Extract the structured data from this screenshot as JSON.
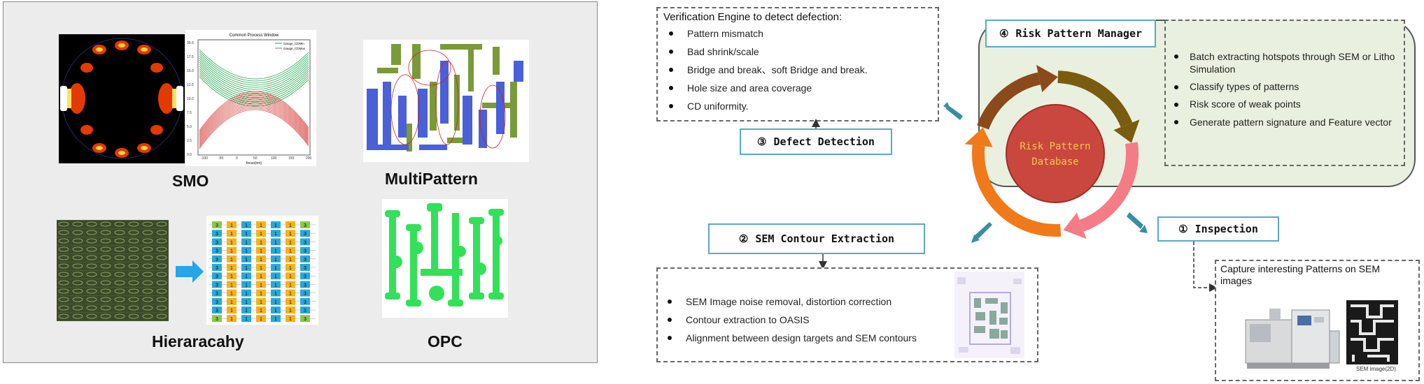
{
  "left_panel": {
    "captions": {
      "smo": "SMO",
      "multipattern": "MultiPattern",
      "hierarchy": "Hieraracahy",
      "opc": "OPC"
    },
    "plot_title": "Common Process Window",
    "plot_legend": [
      "Gauge_CDMin",
      "Gauge_CDMax"
    ],
    "plot_y_ticks": [
      "35.5",
      "17.5",
      "15.0",
      "12.5",
      "10.0",
      "7.5",
      "5.0",
      "2.5",
      "0.0"
    ],
    "plot_x_ticks": [
      "-100",
      "-50",
      "0",
      "50",
      "100",
      "150",
      "200"
    ],
    "plot_xlabel": "focus(nm)",
    "hier_cells": [
      "3",
      "1",
      "1",
      "1",
      "1",
      "1",
      "3"
    ],
    "colors": {
      "green_curve": "#1aa34a",
      "red_curve": "#d9534f",
      "opc_green": "#33e05a",
      "arrow_blue": "#25a6e6"
    }
  },
  "diagram": {
    "verification": {
      "title": "Verification Engine to detect defection:",
      "items": [
        "Pattern mismatch",
        "Bad shrink/scale",
        "Bridge and break、soft Bridge and break.",
        "Hole size and area coverage",
        "CD uniformity."
      ]
    },
    "step3": {
      "num": "③",
      "label": "Defect Detection"
    },
    "step4": {
      "num": "④",
      "label": "Risk Pattern Manager"
    },
    "manager_items": [
      "Batch extracting hotspots through SEM or Litho Simulation",
      "Classify types of patterns",
      "Risk score of weak points",
      "Generate pattern signature and Feature vector"
    ],
    "database": {
      "line1": "Risk Pattern",
      "line2": "Database"
    },
    "step2": {
      "num": "②",
      "label": "SEM Contour Extraction"
    },
    "sem_items": [
      "SEM Image noise removal, distortion correction",
      "Contour extraction to OASIS",
      "Alignment between design targets and SEM contours"
    ],
    "step1": {
      "num": "①",
      "label": "Inspection"
    },
    "capture": {
      "title": "Capture interesting Patterns on SEM images",
      "sem_caption": "SEM image(2D)"
    },
    "colors": {
      "db_fill": "#c9473e",
      "db_text": "#f3c84a",
      "arrow_brown": "#8a4a1c",
      "arrow_olive": "#7a5c10",
      "arrow_pink": "#f47c86",
      "arrow_orange": "#f07a1a"
    }
  }
}
